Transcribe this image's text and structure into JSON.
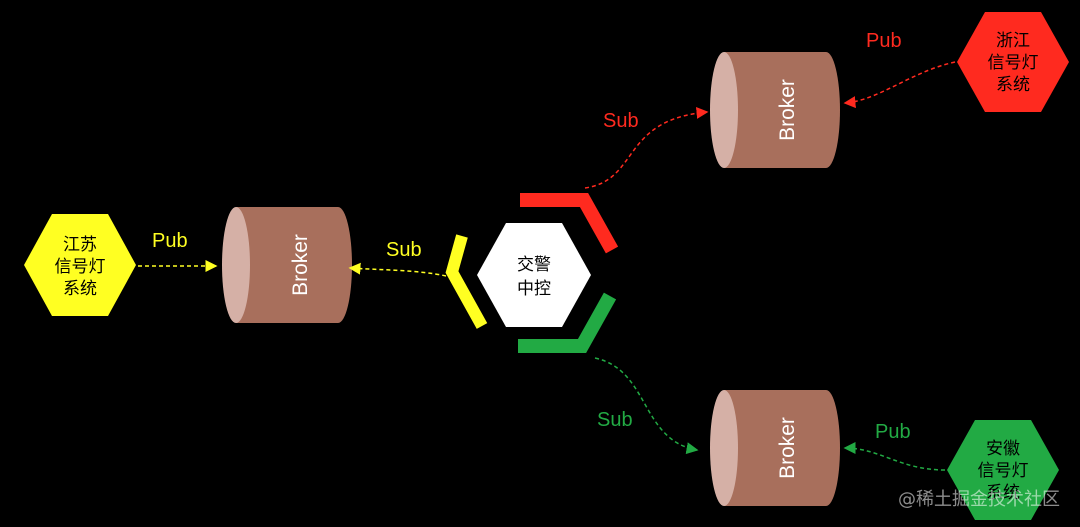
{
  "colors": {
    "background": "#000000",
    "broker_body": "#a86f5c",
    "broker_face": "#d5b0a6",
    "yellow": "#ffff22",
    "red": "#ff2a1f",
    "green": "#22aa44",
    "white_label": "#ffffff"
  },
  "nodes": {
    "jiangsu": {
      "lines": [
        "江苏",
        "信号灯",
        "系统"
      ],
      "color": "yellow"
    },
    "zhejiang": {
      "lines": [
        "浙江",
        "信号灯",
        "系统"
      ],
      "color": "red"
    },
    "anhui": {
      "lines": [
        "安徽",
        "信号灯",
        "系统"
      ],
      "color": "green"
    },
    "center": {
      "lines": [
        "交警",
        "中控"
      ]
    }
  },
  "brokers": {
    "left": {
      "label": "Broker"
    },
    "top": {
      "label": "Broker"
    },
    "bottom": {
      "label": "Broker"
    }
  },
  "edges": {
    "jiangsu_pub": {
      "label": "Pub",
      "color": "yellow"
    },
    "center_sub_left": {
      "label": "Sub",
      "color": "yellow"
    },
    "zhejiang_pub": {
      "label": "Pub",
      "color": "red"
    },
    "center_sub_top": {
      "label": "Sub",
      "color": "red"
    },
    "anhui_pub": {
      "label": "Pub",
      "color": "green"
    },
    "center_sub_bottom": {
      "label": "Sub",
      "color": "green"
    }
  },
  "watermark": "@稀土掘金技术社区"
}
